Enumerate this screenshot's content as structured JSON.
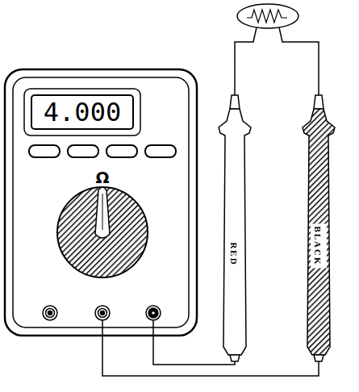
{
  "diagram": {
    "nodes": [
      {
        "text": [
          "4.000"
        ]
      },
      {
        "text": [
          "RED"
        ]
      },
      {
        "text": [
          "BLACK"
        ]
      }
    ],
    "labels": [
      "Ω"
    ]
  }
}
